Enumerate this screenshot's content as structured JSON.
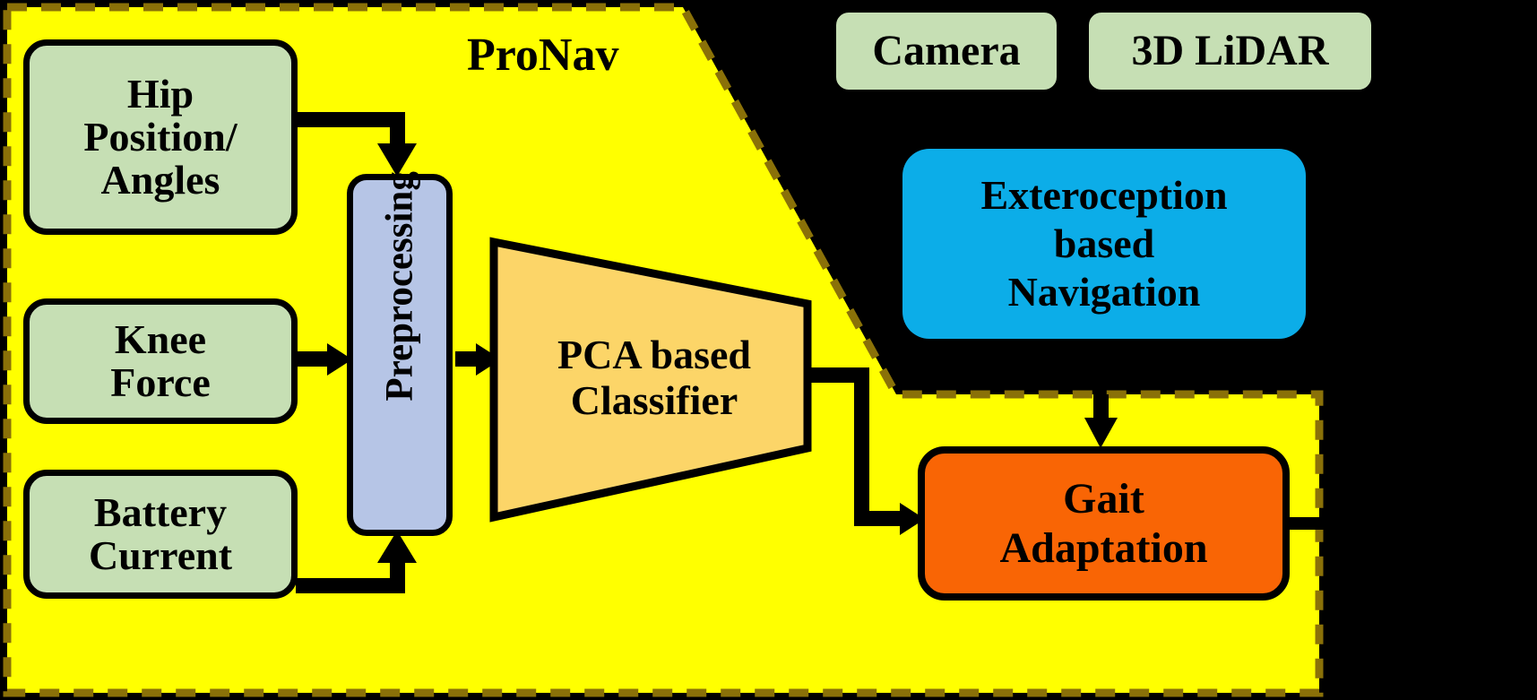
{
  "diagram": {
    "title": "ProNav",
    "background_color": "#000000",
    "group_fill": "#ffff00",
    "group_border_color": "#8a7108",
    "group_border_style": "dashed"
  },
  "groups": [
    {
      "name": "pronav-group",
      "label": "ProNav"
    }
  ],
  "nodes": {
    "hip": {
      "label": "Hip\nPosition/\nAngles",
      "fill": "#c6dfb4",
      "shape": "rounded-rect"
    },
    "knee": {
      "label": "Knee\nForce",
      "fill": "#c6dfb4",
      "shape": "rounded-rect"
    },
    "battery": {
      "label": "Battery\nCurrent",
      "fill": "#c6dfb4",
      "shape": "rounded-rect"
    },
    "preprocessing": {
      "label": "Preprocessing",
      "fill": "#b6c5e6",
      "shape": "rounded-rect-vertical"
    },
    "classifier": {
      "label": "PCA based\nClassifier",
      "fill": "#fcd568",
      "shape": "trapezoid"
    },
    "camera": {
      "label": "Camera",
      "fill": "#c6dfb4",
      "shape": "rounded-rect"
    },
    "lidar": {
      "label": "3D LiDAR",
      "fill": "#c6dfb4",
      "shape": "rounded-rect"
    },
    "navigation": {
      "label": "Exteroception\nbased\nNavigation",
      "fill": "#0cade8",
      "shape": "rounded-rect"
    },
    "gait": {
      "label": "Gait\nAdaptation",
      "fill": "#f96505",
      "shape": "rounded-rect"
    }
  },
  "edges": [
    {
      "from": "hip",
      "to": "preprocessing",
      "style": "elbow-down-arrow"
    },
    {
      "from": "knee",
      "to": "preprocessing",
      "style": "straight-arrow"
    },
    {
      "from": "battery",
      "to": "preprocessing",
      "style": "elbow-up-arrow"
    },
    {
      "from": "preprocessing",
      "to": "classifier",
      "style": "straight-arrow"
    },
    {
      "from": "classifier",
      "to": "gait",
      "style": "elbow-down-right-arrow"
    },
    {
      "from": "navigation",
      "to": "gait",
      "style": "down-arrow"
    },
    {
      "from": "gait",
      "to": "output",
      "style": "right-line"
    }
  ]
}
